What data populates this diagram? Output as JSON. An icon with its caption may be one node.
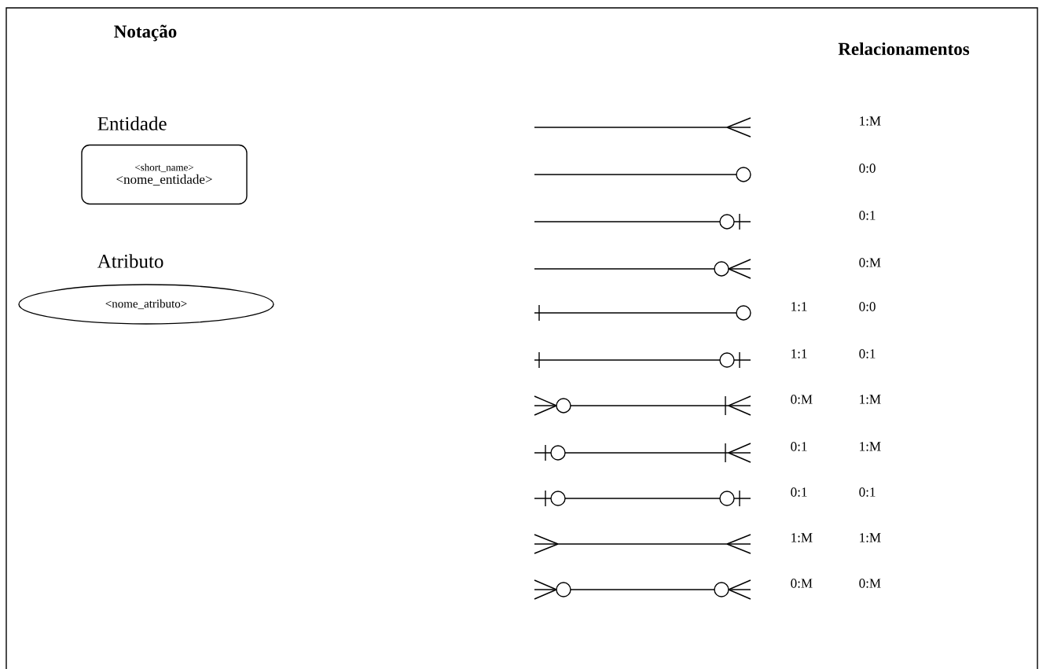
{
  "diagram": {
    "title": "Notação",
    "nodes": [
      {
        "text": [
          "Entidade",
          "<short_name>",
          "<nome_entidade>"
        ]
      },
      {
        "text": [
          "Atributo",
          "<nome_atributo>"
        ]
      }
    ],
    "labels": [
      "Relacionamentos",
      "1:M",
      "0:0",
      "0:1",
      "0:M",
      "1:1",
      "0:0",
      "1:1",
      "0:1",
      "0:M",
      "1:M",
      "0:1",
      "1:M",
      "0:1",
      "0:1",
      "1:M",
      "1:M",
      "0:M",
      "0:M"
    ]
  }
}
